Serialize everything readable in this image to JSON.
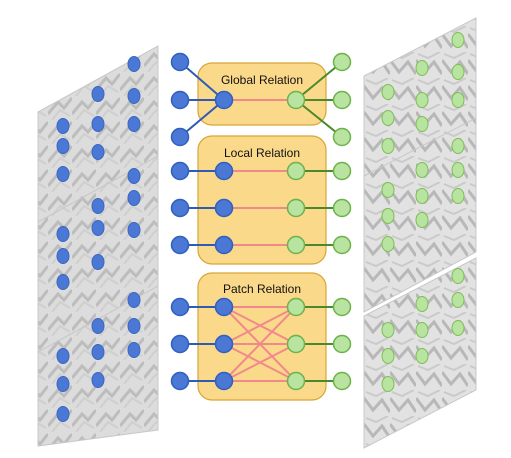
{
  "relations": {
    "global": "Global Relation",
    "local": "Local Relation",
    "patch": "Patch Relation"
  },
  "colors": {
    "blue_node": "#4a78d4",
    "blue_edge": "#2e5bb8",
    "green_node": "#b9e3a0",
    "green_edge": "#4a8a2c",
    "red_edge": "#f08a8a",
    "box_fill": "#fbd98a",
    "box_stroke": "#d6a637",
    "panel_bg": "#d9d9d9"
  },
  "panels_left": [
    "left-image-panel-top",
    "left-image-panel-middle",
    "left-image-panel-bottom"
  ],
  "panels_right": [
    "right-image-panel-top",
    "right-image-panel-middle",
    "right-image-panel-bottom"
  ]
}
